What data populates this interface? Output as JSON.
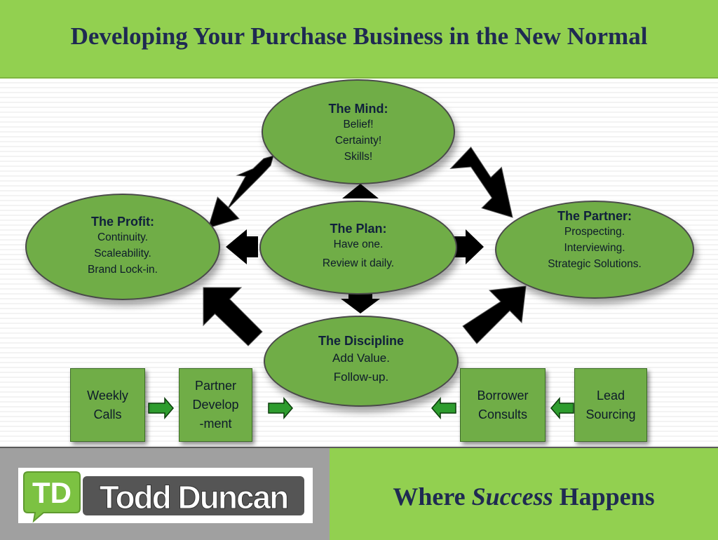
{
  "header": {
    "title": "Developing Your Purchase Business in the New Normal"
  },
  "nodes": {
    "mind": {
      "title": "The Mind:",
      "lines": [
        "Belief!",
        "Certainty!",
        "Skills!"
      ]
    },
    "profit": {
      "title": "The Profit:",
      "lines": [
        "Continuity.",
        "Scaleability.",
        "Brand Lock-in."
      ]
    },
    "plan": {
      "title": "The Plan:",
      "lines": [
        "Have one.",
        "Review it daily."
      ]
    },
    "partner": {
      "title": "The Partner:",
      "lines": [
        "Prospecting.",
        "Interviewing.",
        "Strategic Solutions."
      ]
    },
    "discipline": {
      "title": "The Discipline",
      "lines": [
        "Add Value.",
        "Follow-up."
      ]
    }
  },
  "boxes": {
    "weekly_calls": {
      "line1": "Weekly",
      "line2": "Calls"
    },
    "partner_development": {
      "line1": "Partner",
      "line2": "Develop",
      "line3": "-ment"
    },
    "borrower_consults": {
      "line1": "Borrower",
      "line2": "Consults"
    },
    "lead_sourcing": {
      "line1": "Lead",
      "line2": "Sourcing"
    }
  },
  "footer": {
    "logo": {
      "mark": "TD",
      "name": "Todd Duncan"
    },
    "tagline_start": "Where ",
    "tagline_emphasis": "Success",
    "tagline_end": " Happens"
  },
  "colors": {
    "header_green": "#92d050",
    "node_green": "#70ad47",
    "title_navy": "#1f2a52",
    "arrow_green": "#2e9c2e"
  }
}
